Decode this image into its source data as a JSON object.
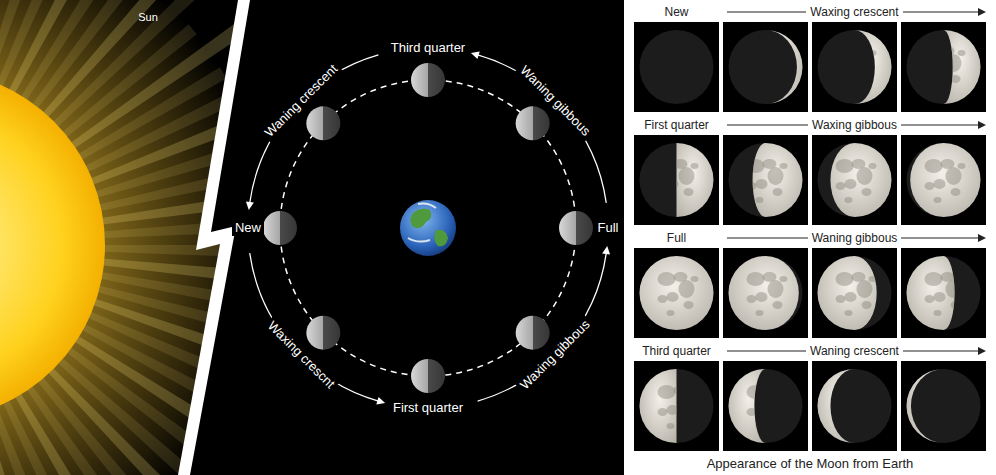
{
  "diagram": {
    "caption": "Appearance of the Moon from Earth",
    "labels": [
      "Sun",
      "Third quarter",
      "Waning gibbous",
      "Full",
      "Waxing gibbous",
      "First quarter",
      "Waxing crescnt",
      "New",
      "Waning crescent",
      "New",
      "Waxing crescent",
      "First quarter",
      "Waxing gibbous",
      "Full",
      "Waning gibbous",
      "Third quarter",
      "Waning crescent"
    ]
  }
}
